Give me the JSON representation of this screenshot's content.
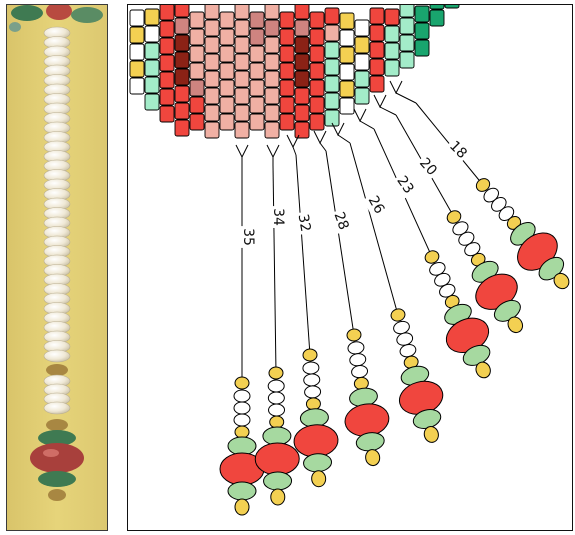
{
  "photo": {
    "background": "#e6d47a",
    "pearl": "#efe8d5",
    "bronze": "#a88742",
    "green": "#3f7a52",
    "red": "#a8403c"
  },
  "diagram": {
    "fringe_labels": [
      "35",
      "34",
      "32",
      "28",
      "26",
      "23",
      "20",
      "18"
    ],
    "colors": {
      "yellow": "#f3d052",
      "white": "#ffffff",
      "light_green": "#a6d9a0",
      "red": "#f0463e",
      "pink": "#f0b0a4",
      "mauve": "#cf8480",
      "dark_red": "#8b2216",
      "mint": "#a3ecc9",
      "teal": "#19a56e",
      "outline": "#000000"
    }
  }
}
